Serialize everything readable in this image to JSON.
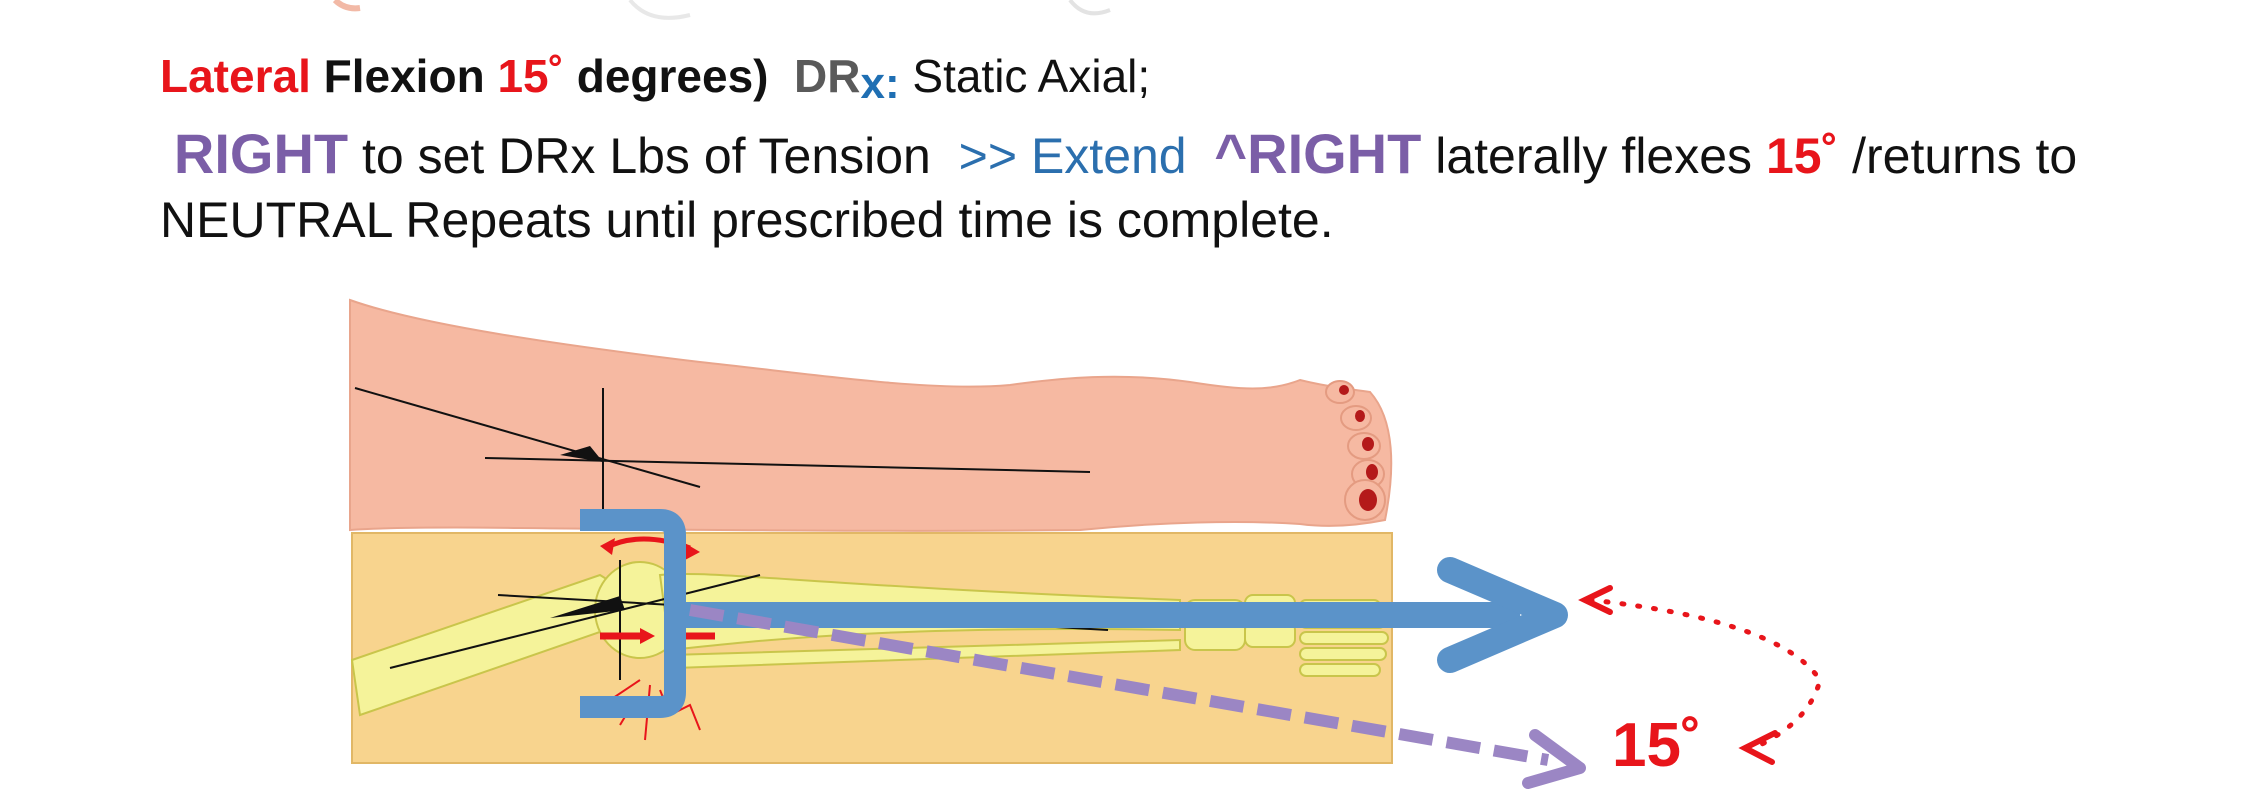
{
  "instructions": {
    "line1": {
      "lateral": "Lateral",
      "flexion": "Flexion",
      "angle": "15˚",
      "degrees": "degrees)",
      "dr": "DR",
      "x": "x:",
      "mode": "Static Axial;"
    },
    "line2": {
      "right1": "RIGHT",
      "set_tension": "to set DRx Lbs of Tension",
      "extend": ">> Extend",
      "right2": "^RIGHT",
      "flexes": "laterally flexes",
      "angle": "15˚",
      "returns": "/returns to"
    },
    "line3": {
      "text": "NEUTRAL Repeats until prescribed time is complete."
    }
  },
  "diagram": {
    "angle_label": "15˚",
    "colors": {
      "skin": "#f6b9a2",
      "bone_panel": "#f8d48e",
      "bone": "#f5f39a",
      "strap": "#5b93c9",
      "arrow": "#5b93c9",
      "dashed_arrow": "#9b86c4",
      "red": "#e8151b"
    }
  }
}
